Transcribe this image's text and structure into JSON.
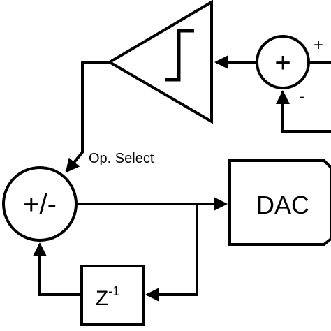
{
  "diagram": {
    "blocks": {
      "comparator": {
        "symbol": "step-function"
      },
      "summing_right": {
        "symbol": "+",
        "input_plus": "+",
        "input_minus": "-"
      },
      "add_sub": {
        "symbol": "+/-"
      },
      "dac": {
        "label": "DAC"
      },
      "delay": {
        "base": "Z",
        "exponent": "-1"
      }
    },
    "labels": {
      "op_select": "Op. Select"
    }
  }
}
